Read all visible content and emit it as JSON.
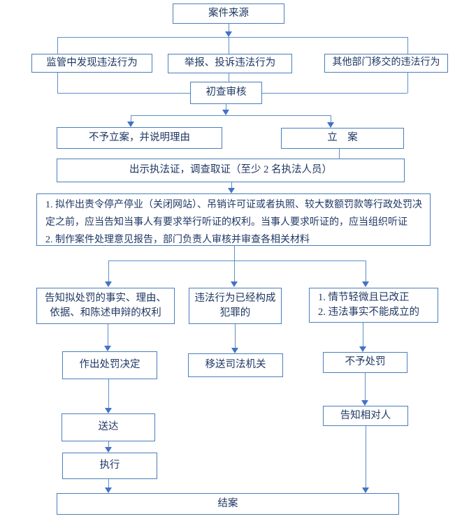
{
  "colors": {
    "box_border": "#4a7ebb",
    "connector_line": "#5b8fc7",
    "arrowhead": "#4472c4",
    "text": "#1f3864",
    "background": "#ffffff"
  },
  "nodes": {
    "case_source": {
      "label": "案件来源"
    },
    "supervision_found": {
      "label": "监管中发现违法行为"
    },
    "report_complaint": {
      "label": "举报、投诉违法行为"
    },
    "other_dept_transfer": {
      "label": "其他部门移交的违法行为"
    },
    "preliminary_review": {
      "label": "初查审核"
    },
    "no_filing": {
      "label": "不予立案，并说明理由"
    },
    "filing": {
      "label": "立　案"
    },
    "evidence_collection": {
      "label": "出示执法证，调查取证（至少 2 名执法人员）"
    },
    "hearing_notice": {
      "item1": "1. 拟作出责令停产停业（关闭网站）、吊销许可证或者执照、较大数额罚款等行政处罚决定之前，应当告知当事人有要求举行听证的权利。当事人要求听证的，应当组织听证",
      "item2": "2. 制作案件处理意见报告，部门负责人审核并审查各相关材料"
    },
    "inform_penalty_rights": {
      "line1": "告知拟处罚的事实、理由、",
      "line2": "依据、和陈述申辩的权利"
    },
    "crime_constituted": {
      "line1": "违法行为已经构成",
      "line2": "犯罪的"
    },
    "no_penalty_conditions": {
      "line1": "1. 情节轻微且已改正",
      "line2": "2. 违法事实不能成立的"
    },
    "penalty_decision": {
      "label": "作出处罚决定"
    },
    "transfer_judicial": {
      "label": "移送司法机关"
    },
    "no_penalty": {
      "label": "不予处罚"
    },
    "delivery": {
      "label": "送达"
    },
    "inform_party": {
      "label": "告知相对人"
    },
    "execution": {
      "label": "执行"
    },
    "case_close": {
      "label": "结案"
    }
  }
}
